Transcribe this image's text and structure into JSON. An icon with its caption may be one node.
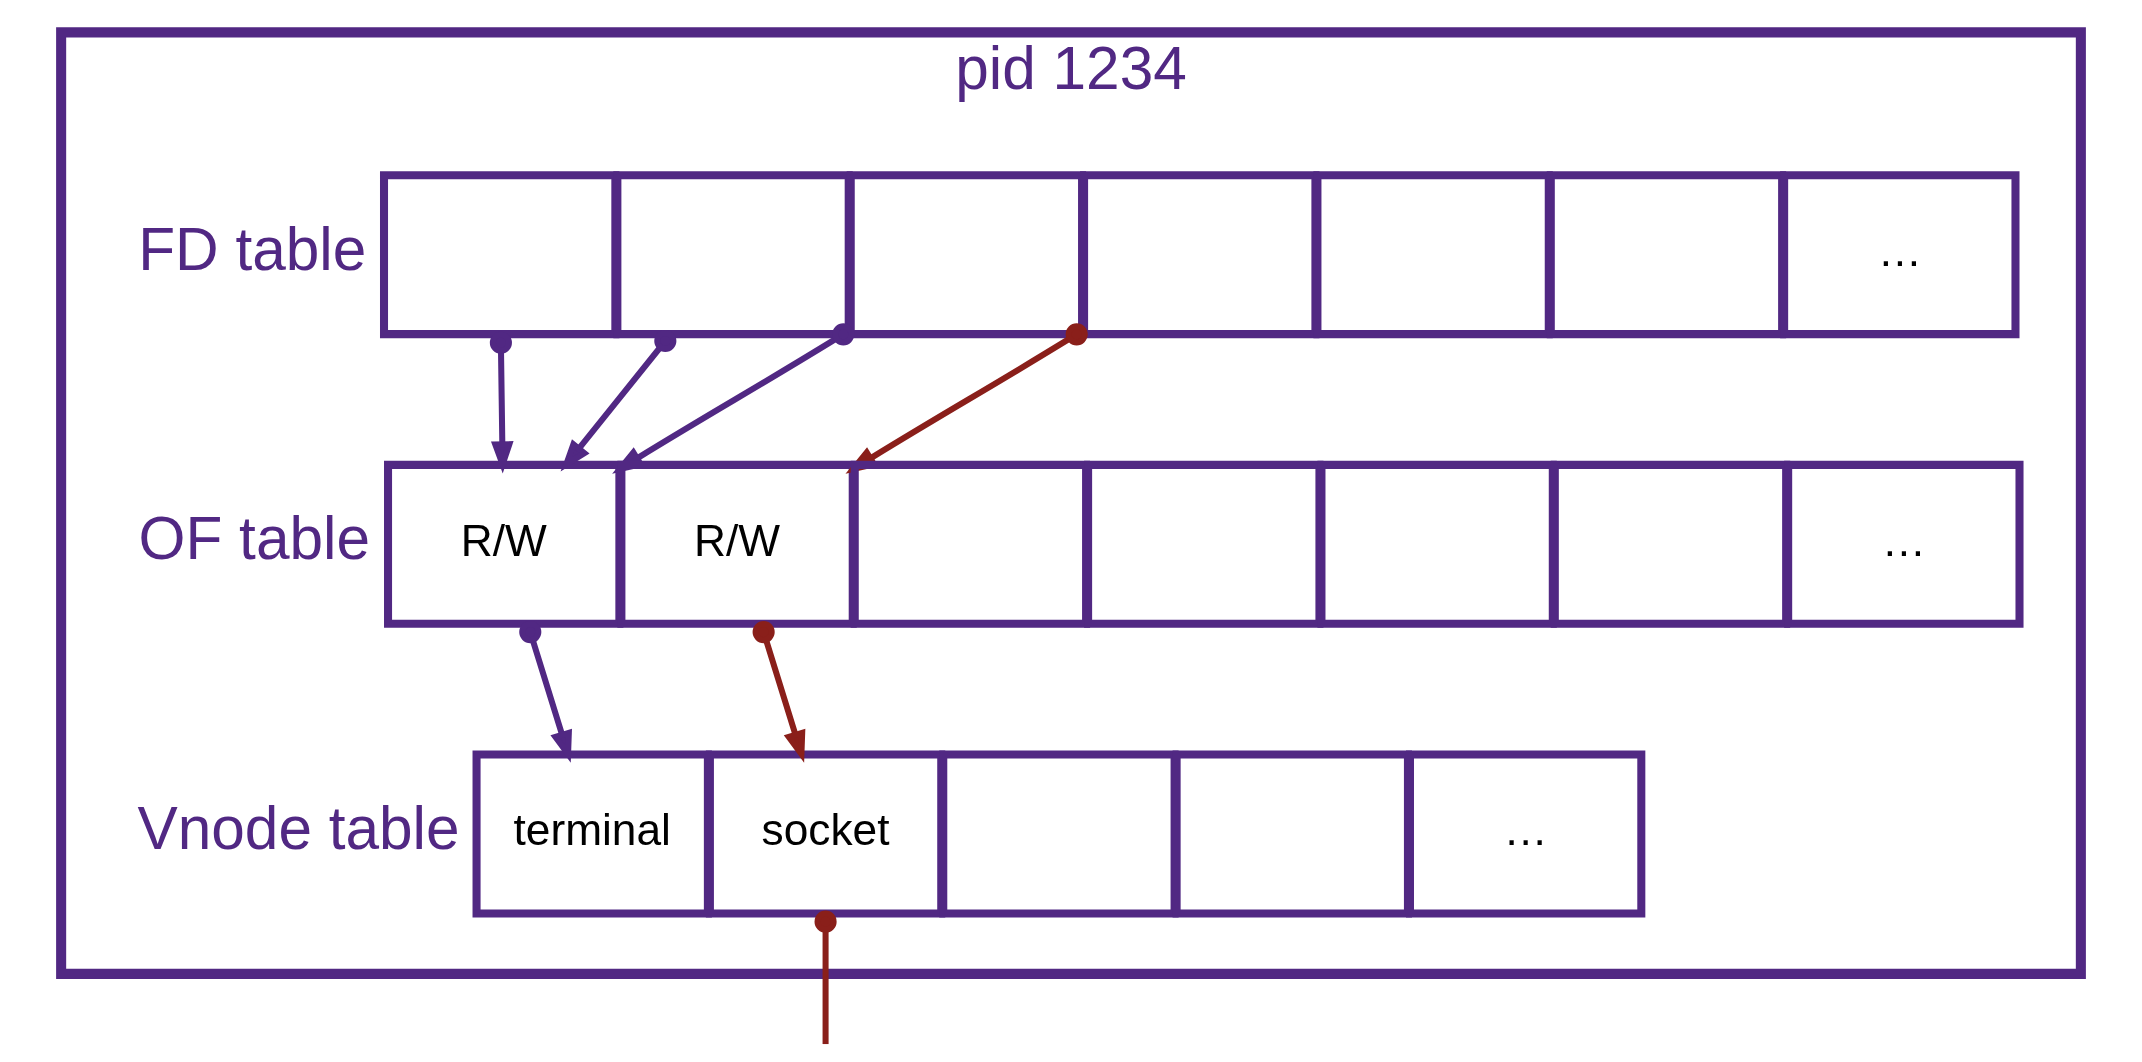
{
  "diagram": {
    "nodes": [
      {
        "text": [
          "pid 1234"
        ]
      },
      {
        "text": [],
        "shape": "box",
        "in": 0
      },
      {
        "text": [],
        "shape": "box",
        "in": 0
      },
      {
        "text": [],
        "shape": "box",
        "in": 0
      },
      {
        "text": [],
        "shape": "box",
        "in": 0
      },
      {
        "text": [],
        "shape": "box",
        "in": 0
      },
      {
        "text": [],
        "shape": "box",
        "in": 0
      },
      {
        "text": [
          "…"
        ],
        "in": 0
      },
      {
        "text": [
          "R/W"
        ],
        "in": 0
      },
      {
        "text": [
          "R/W"
        ],
        "in": 0
      },
      {
        "text": [],
        "shape": "box",
        "in": 0
      },
      {
        "text": [],
        "shape": "box",
        "in": 0
      },
      {
        "text": [],
        "shape": "box",
        "in": 0
      },
      {
        "text": [],
        "shape": "box",
        "in": 0
      },
      {
        "text": [
          "…"
        ],
        "in": 0
      },
      {
        "text": [
          "terminal"
        ],
        "in": 0
      },
      {
        "text": [
          "socket"
        ],
        "in": 0
      },
      {
        "text": [],
        "shape": "box",
        "in": 0
      },
      {
        "text": [],
        "shape": "box",
        "in": 0
      },
      {
        "text": [
          "…"
        ],
        "in": 0
      }
    ],
    "edges": [
      {
        "from": 1,
        "to": 8,
        "arrow": "to"
      },
      {
        "from": 2,
        "to": 8,
        "arrow": "to"
      },
      {
        "from": 3,
        "to": 8,
        "arrow": "to"
      },
      {
        "from": 4,
        "to": 9,
        "arrow": "to",
        "color": "#8a1f1a"
      },
      {
        "from": 8,
        "to": 15,
        "arrow": "to"
      },
      {
        "from": 9,
        "to": 16,
        "arrow": "to",
        "color": "#8a1f1a"
      },
      {
        "from": 16,
        "to": null,
        "arrow": "other",
        "color": "#8a1f1a"
      }
    ],
    "labels": [
      "FD table",
      "OF table",
      "Vnode table"
    ]
  }
}
